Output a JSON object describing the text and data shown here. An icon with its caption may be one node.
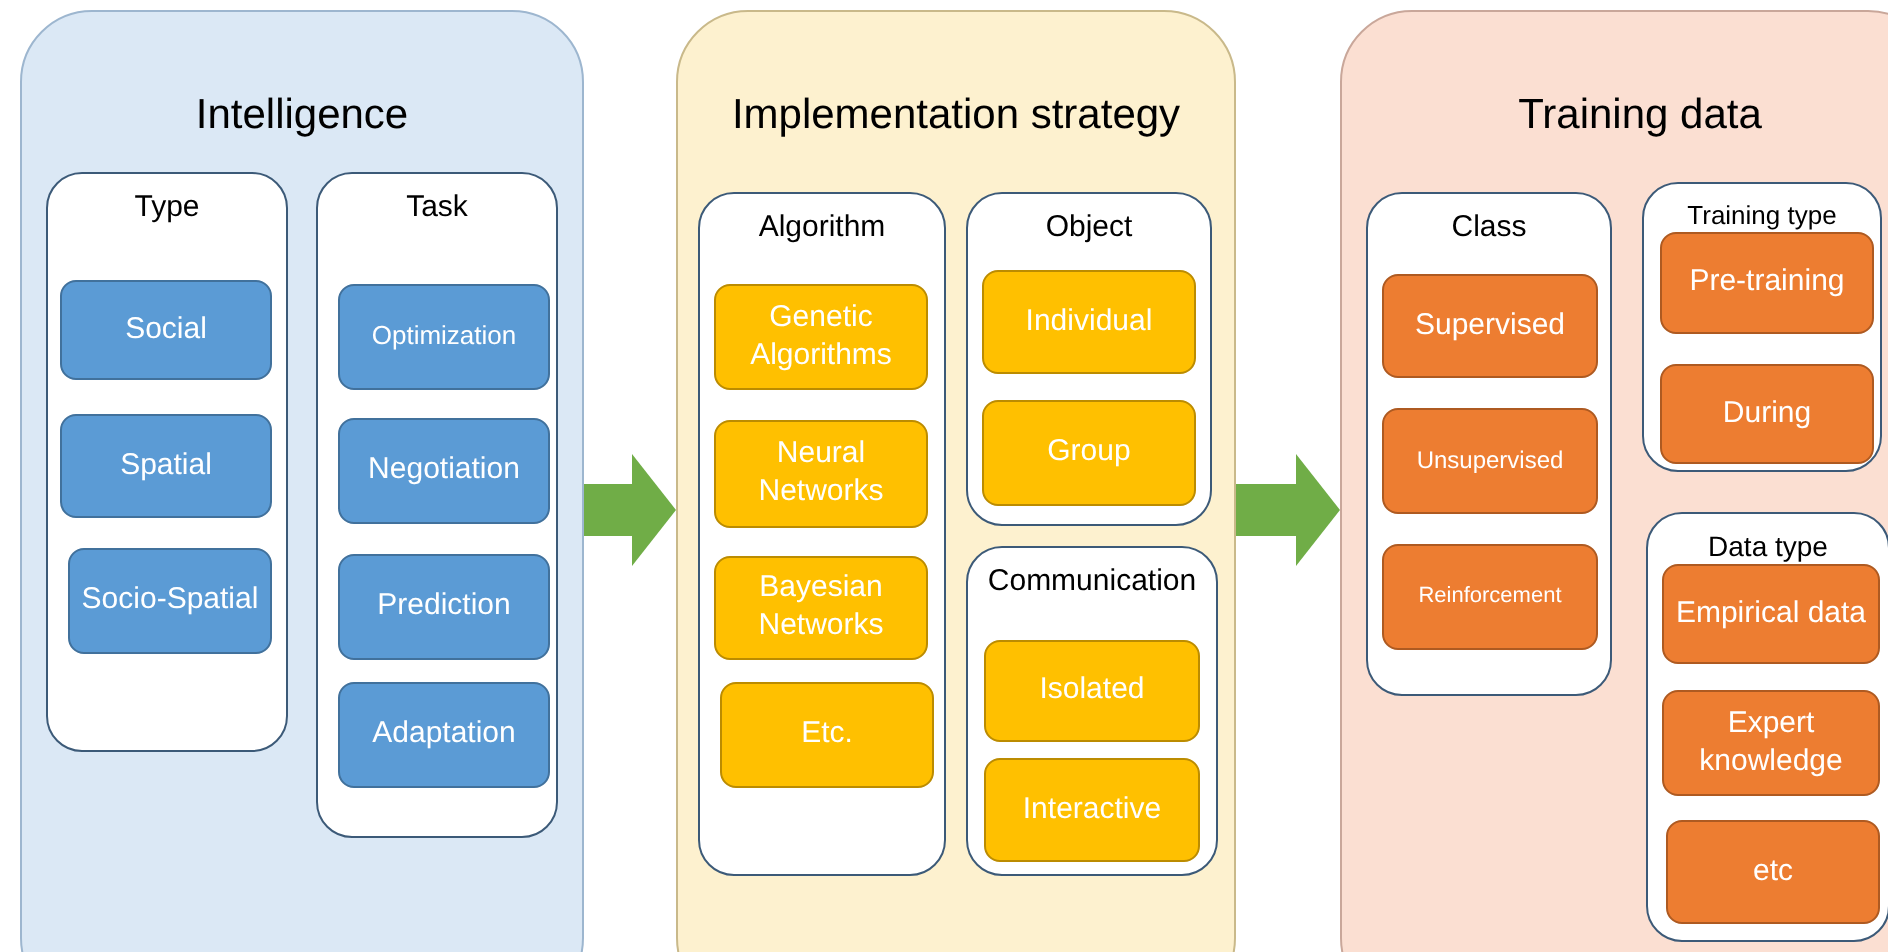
{
  "diagram": {
    "nodes": [
      {
        "text": [
          "Intelligence"
        ]
      },
      {
        "text": [
          "Type"
        ],
        "in": 0
      },
      {
        "text": [
          "Social"
        ],
        "in": 1
      },
      {
        "text": [
          "Spatial"
        ],
        "in": 1
      },
      {
        "text": [
          "Socio-Spatial"
        ],
        "in": 1
      },
      {
        "text": [
          "Task"
        ],
        "in": 0
      },
      {
        "text": [
          "Optimization"
        ],
        "in": 5
      },
      {
        "text": [
          "Negotiation"
        ],
        "in": 5
      },
      {
        "text": [
          "Prediction"
        ],
        "in": 5
      },
      {
        "text": [
          "Adaptation"
        ],
        "in": 5
      },
      {
        "text": [
          "Implementation strategy"
        ]
      },
      {
        "text": [
          "Algorithm"
        ],
        "in": 10
      },
      {
        "text": [
          "Genetic Algorithms"
        ],
        "in": 11
      },
      {
        "text": [
          "Neural Networks"
        ],
        "in": 11
      },
      {
        "text": [
          "Bayesian Networks"
        ],
        "in": 11
      },
      {
        "text": [
          "Etc."
        ],
        "in": 11
      },
      {
        "text": [
          "Object"
        ],
        "in": 10
      },
      {
        "text": [
          "Individual"
        ],
        "in": 16
      },
      {
        "text": [
          "Group"
        ],
        "in": 16
      },
      {
        "text": [
          "Communication"
        ],
        "in": 10
      },
      {
        "text": [
          "Isolated"
        ],
        "in": 19
      },
      {
        "text": [
          "Interactive"
        ],
        "in": 19
      },
      {
        "text": [
          "Training data"
        ]
      },
      {
        "text": [
          "Class"
        ],
        "in": 22
      },
      {
        "text": [
          "Supervised"
        ],
        "in": 23
      },
      {
        "text": [
          "Unsupervised"
        ],
        "in": 23
      },
      {
        "text": [
          "Reinforcement"
        ],
        "in": 23
      },
      {
        "text": [
          "Training type"
        ],
        "in": 22
      },
      {
        "text": [
          "Pre-training"
        ],
        "in": 27
      },
      {
        "text": [
          "During"
        ],
        "in": 27
      },
      {
        "text": [
          "Data type"
        ],
        "in": 22
      },
      {
        "text": [
          "Empirical data"
        ],
        "in": 30
      },
      {
        "text": [
          "Expert knowledge"
        ],
        "in": 30
      },
      {
        "text": [
          "etc"
        ],
        "in": 30
      }
    ],
    "edges": [
      {
        "from": 0,
        "to": 10,
        "arrow": "to"
      },
      {
        "from": 10,
        "to": 22,
        "arrow": "to"
      }
    ]
  }
}
